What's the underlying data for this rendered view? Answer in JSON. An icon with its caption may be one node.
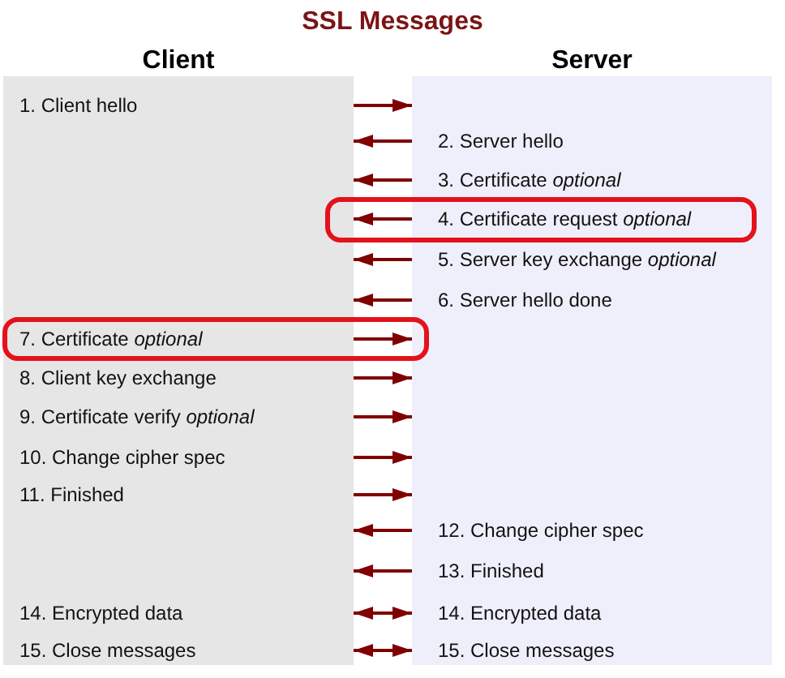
{
  "diagram": {
    "title": "SSL Messages",
    "nodes": [
      {
        "text": [
          "Client"
        ]
      },
      {
        "text": [
          "1. Client hello"
        ],
        "in": 0
      },
      {
        "text": [
          "7. Certificate *optional*"
        ],
        "in": 0
      },
      {
        "text": [
          "8. Client key exchange"
        ],
        "in": 0
      },
      {
        "text": [
          "9. Certificate verify *optional*"
        ],
        "in": 0
      },
      {
        "text": [
          "10. Change cipher spec"
        ],
        "in": 0
      },
      {
        "text": [
          "11. Finished"
        ],
        "in": 0
      },
      {
        "text": [
          "14. Encrypted data"
        ],
        "in": 0
      },
      {
        "text": [
          "15. Close messages"
        ],
        "in": 0
      },
      {
        "text": [
          "Server"
        ]
      },
      {
        "text": [
          "2. Server hello"
        ],
        "in": 9
      },
      {
        "text": [
          "3. Certificate *optional*"
        ],
        "in": 9
      },
      {
        "text": [
          "4. Certificate request *optional*"
        ],
        "in": 9
      },
      {
        "text": [
          "5. Server key exchange *optional*"
        ],
        "in": 9
      },
      {
        "text": [
          "6. Server hello done"
        ],
        "in": 9
      },
      {
        "text": [
          "12. Change cipher spec"
        ],
        "in": 9
      },
      {
        "text": [
          "13. Finished"
        ],
        "in": 9
      },
      {
        "text": [
          "14. Encrypted data"
        ],
        "in": 9
      },
      {
        "text": [
          "15. Close messages"
        ],
        "in": 9
      }
    ],
    "edges": [
      {
        "from": 0,
        "to": 9,
        "arrow": "to"
      },
      {
        "from": 9,
        "to": 0,
        "arrow": "to"
      },
      {
        "from": 9,
        "to": 0,
        "arrow": "to"
      },
      {
        "from": 9,
        "to": 0,
        "arrow": "to"
      },
      {
        "from": 9,
        "to": 0,
        "arrow": "to"
      },
      {
        "from": 9,
        "to": 0,
        "arrow": "to"
      },
      {
        "from": 0,
        "to": 9,
        "arrow": "to"
      },
      {
        "from": 0,
        "to": 9,
        "arrow": "to"
      },
      {
        "from": 0,
        "to": 9,
        "arrow": "to"
      },
      {
        "from": 0,
        "to": 9,
        "arrow": "to"
      },
      {
        "from": 0,
        "to": 9,
        "arrow": "to"
      },
      {
        "from": 9,
        "to": 0,
        "arrow": "to"
      },
      {
        "from": 9,
        "to": 0,
        "arrow": "to"
      },
      {
        "from": 0,
        "to": 9,
        "arrow": "both"
      },
      {
        "from": 0,
        "to": 9,
        "arrow": "both"
      }
    ]
  }
}
